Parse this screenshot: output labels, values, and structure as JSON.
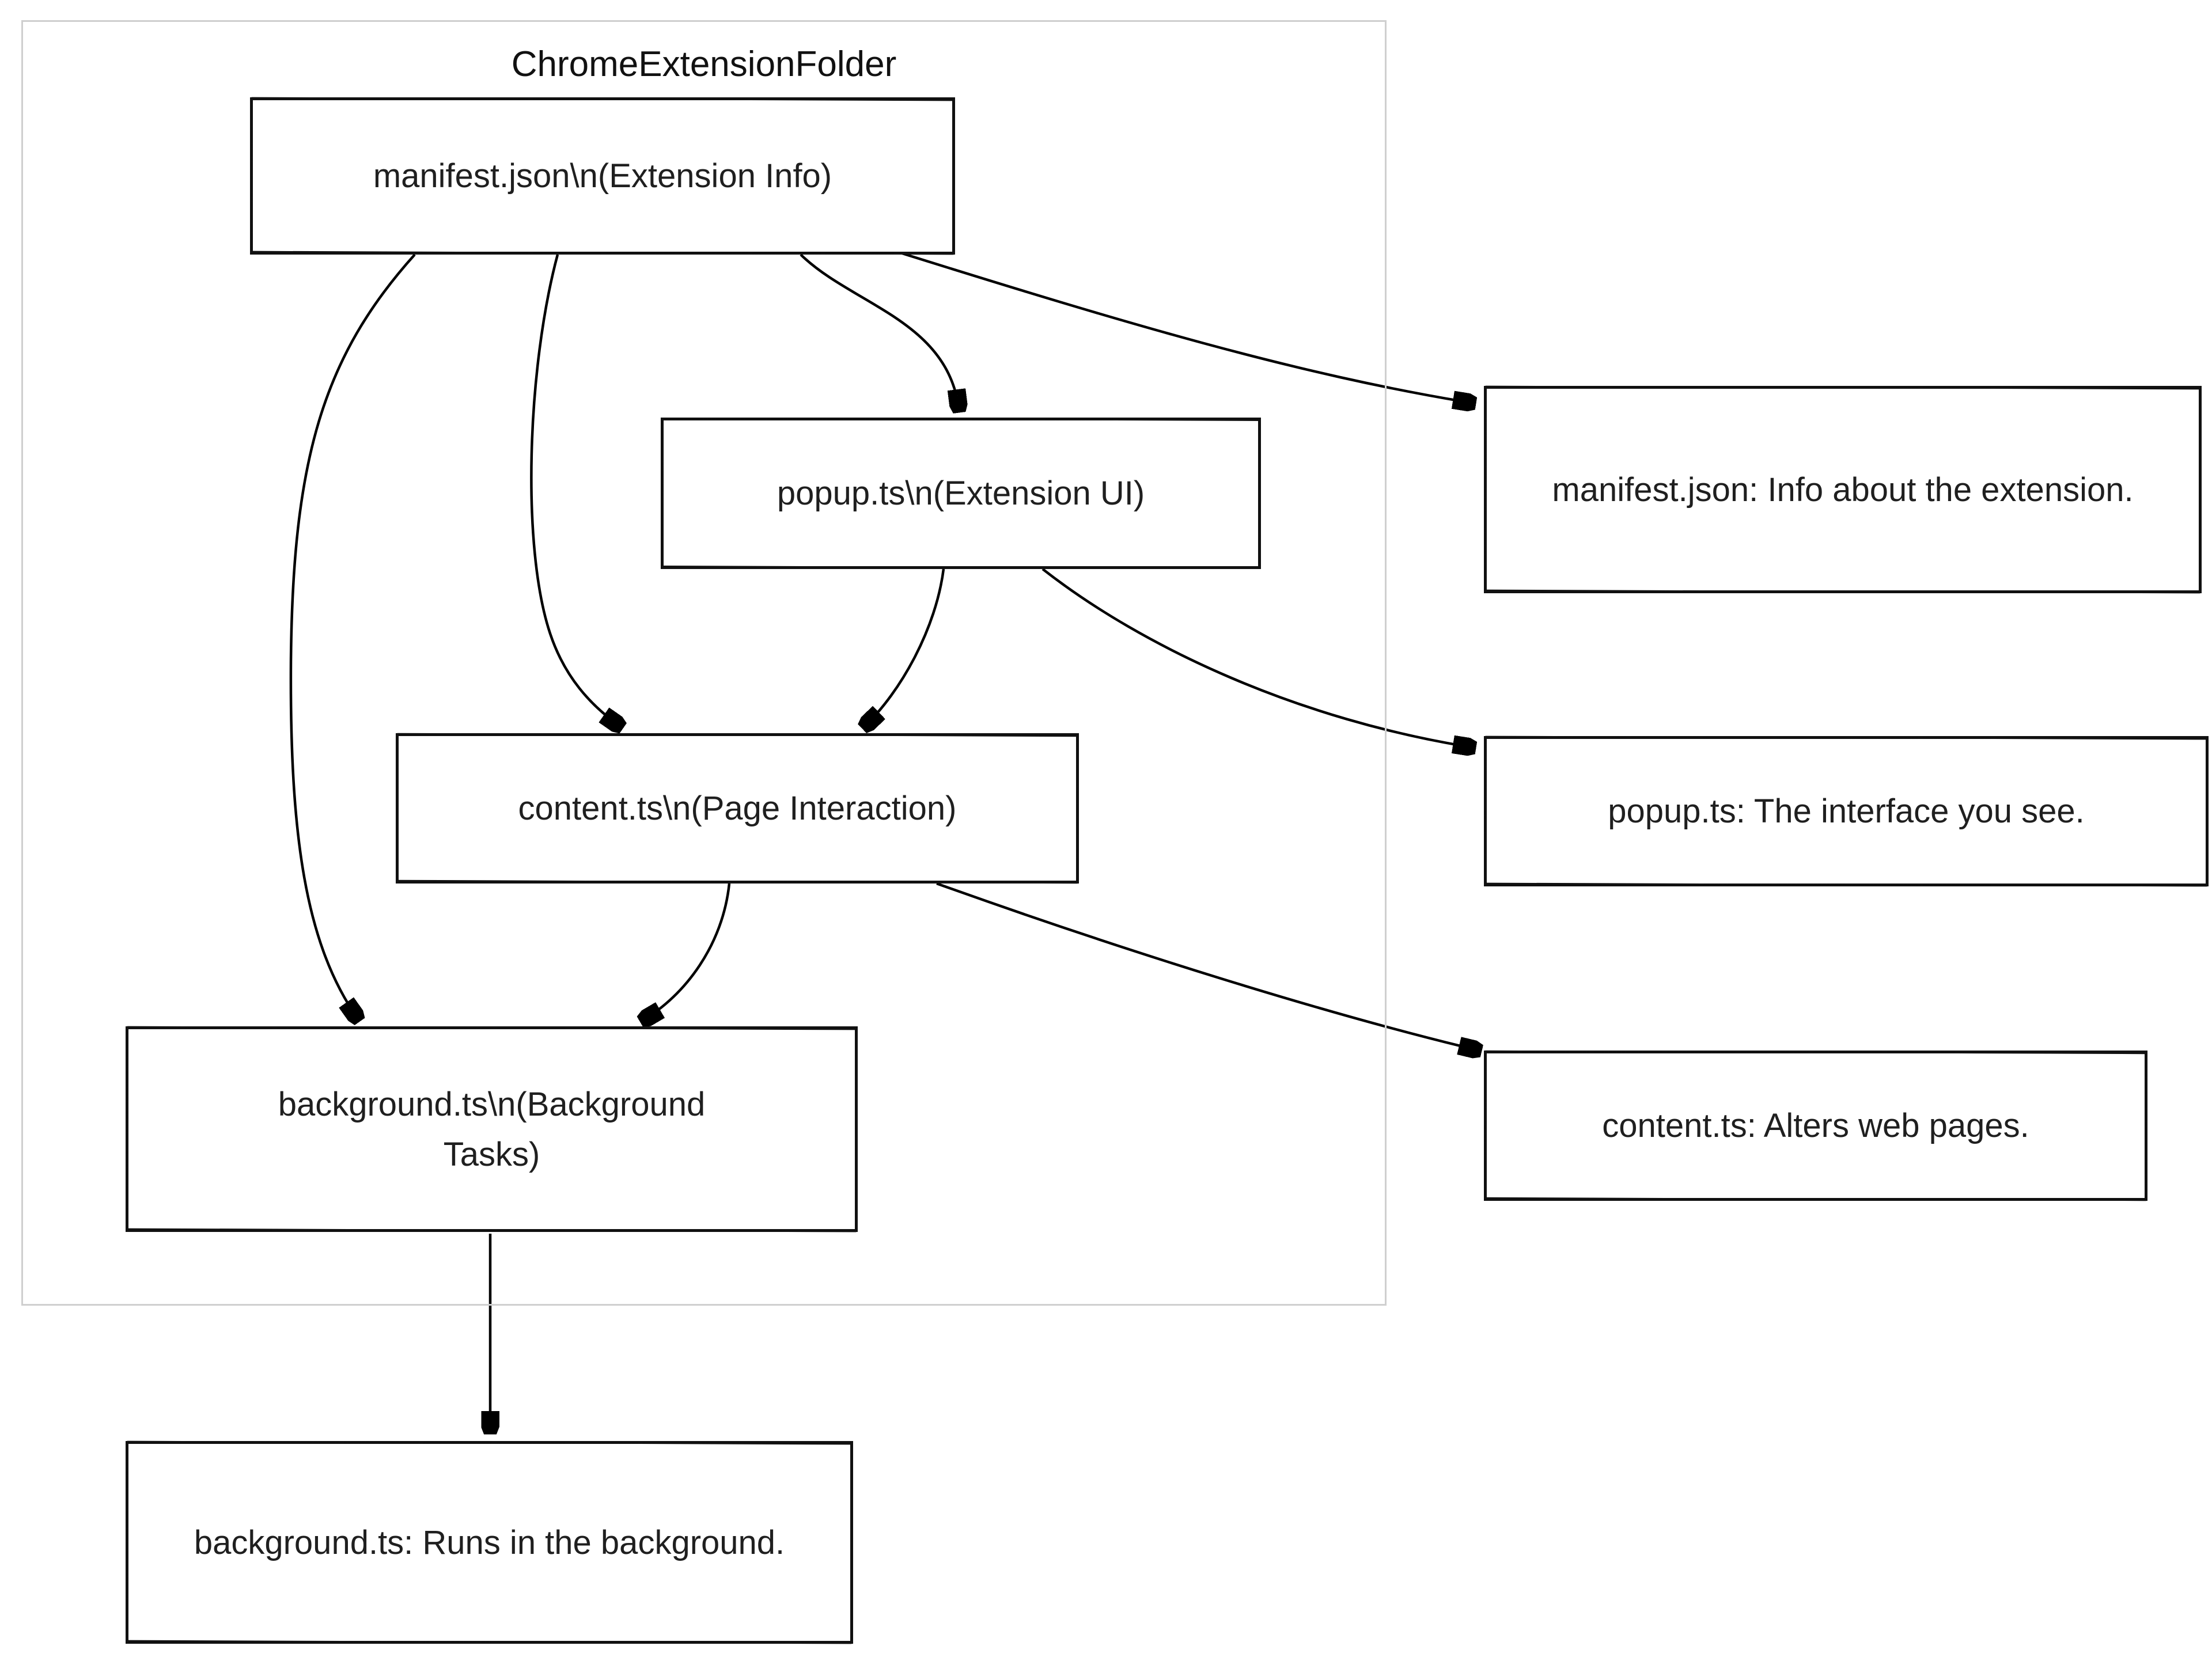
{
  "diagram": {
    "container_label": "ChromeExtensionFolder",
    "nodes": {
      "manifest": {
        "label": "manifest.json\\n(Extension Info)"
      },
      "popup": {
        "label": "popup.ts\\n(Extension UI)"
      },
      "content": {
        "label": "content.ts\\n(Page Interaction)"
      },
      "background": {
        "label": "background.ts\\n(Background Tasks)"
      },
      "manifest_info": {
        "label": "manifest.json: Info about the extension."
      },
      "popup_info": {
        "label": "popup.ts: The interface you see."
      },
      "content_info": {
        "label": "content.ts: Alters web pages."
      },
      "background_info": {
        "label": "background.ts: Runs in the background."
      }
    },
    "edges": [
      {
        "from": "manifest.json\\n(Extension Info)",
        "to": "popup.ts\\n(Extension UI)"
      },
      {
        "from": "manifest.json\\n(Extension Info)",
        "to": "content.ts\\n(Page Interaction)"
      },
      {
        "from": "manifest.json\\n(Extension Info)",
        "to": "background.ts\\n(Background Tasks)"
      },
      {
        "from": "manifest.json\\n(Extension Info)",
        "to": "manifest.json: Info about the extension."
      },
      {
        "from": "popup.ts\\n(Extension UI)",
        "to": "content.ts\\n(Page Interaction)"
      },
      {
        "from": "popup.ts\\n(Extension UI)",
        "to": "popup.ts: The interface you see."
      },
      {
        "from": "content.ts\\n(Page Interaction)",
        "to": "background.ts\\n(Background Tasks)"
      },
      {
        "from": "content.ts\\n(Page Interaction)",
        "to": "content.ts: Alters web pages."
      },
      {
        "from": "background.ts\\n(Background Tasks)",
        "to": "background.ts: Runs in the background."
      }
    ],
    "colors": {
      "background": "#ffffff",
      "node_fill": "#ffffff",
      "node_border": "#111111",
      "container_border": "#cfcfcf",
      "text": "#1f1f1f",
      "edge": "#000000"
    }
  }
}
